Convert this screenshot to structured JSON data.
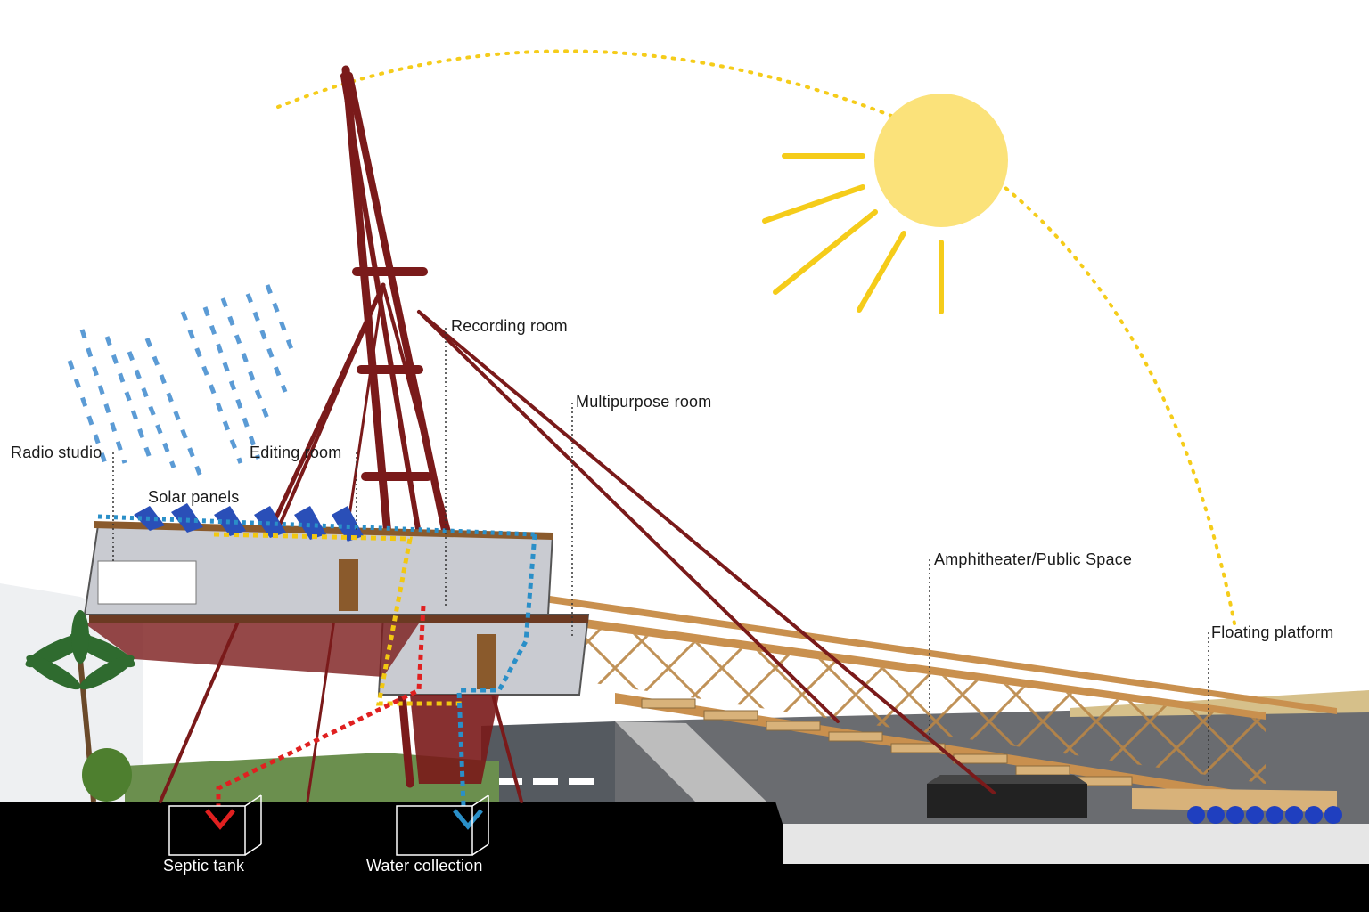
{
  "labels": {
    "recording_room": "Recording room",
    "multipurpose_room": "Multipurpose room",
    "radio_studio": "Radio studio",
    "editing_room": "Editing room",
    "solar_panels": "Solar panels",
    "amphitheater": "Amphitheater/Public Space",
    "floating_platform": "Floating platform",
    "septic_tank": "Septic tank",
    "water_collection": "Water collection"
  },
  "colors": {
    "sun": "#fbe27a",
    "sun_rays": "#f5cc1a",
    "sun_path": "#f5cc1a",
    "rain": "#5b9bd5",
    "structure": "#7a1a1a",
    "timber": "#c9904e",
    "building": "#c9cbd1",
    "ground": "#000000",
    "water": "#6a6c70",
    "waste_line": "#e02020",
    "water_line": "#2a8fc8",
    "roof_line": "#f2c811",
    "floats": "#1f3fbf"
  },
  "icons": [
    "sun-icon",
    "rain-icon",
    "solar-panel-icon",
    "palm-tree-icon",
    "arrow-down-icon"
  ]
}
